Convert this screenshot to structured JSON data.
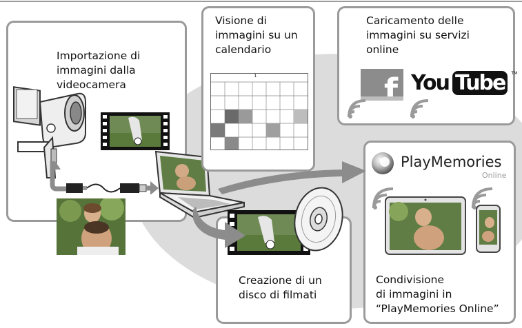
{
  "panels": {
    "import": {
      "label_lines": [
        "Importazione di",
        "immagini dalla",
        "videocamera"
      ]
    },
    "calendar": {
      "label_lines": [
        "Visione di",
        "immagini su un",
        "calendario"
      ],
      "month_number": "1"
    },
    "upload": {
      "label_lines": [
        "Caricamento delle",
        "immagini su servizi",
        "online"
      ]
    },
    "disc": {
      "label_lines": [
        "Creazione di un",
        "disco di filmati"
      ]
    },
    "share": {
      "label_lines": [
        "Condivisione",
        "di immagini in",
        "“PlayMemories Online”"
      ]
    }
  },
  "logos": {
    "facebook": "f",
    "youtube_you": "You",
    "youtube_tube": "Tube",
    "youtube_tm": "TM",
    "playmemories": "PlayMemories",
    "playmemories_sub": "Online"
  },
  "colors": {
    "panel_border": "#9a9a9a",
    "background_blob": "#dcdcdc",
    "arrow": "#8c8c8c",
    "text": "#111111"
  }
}
